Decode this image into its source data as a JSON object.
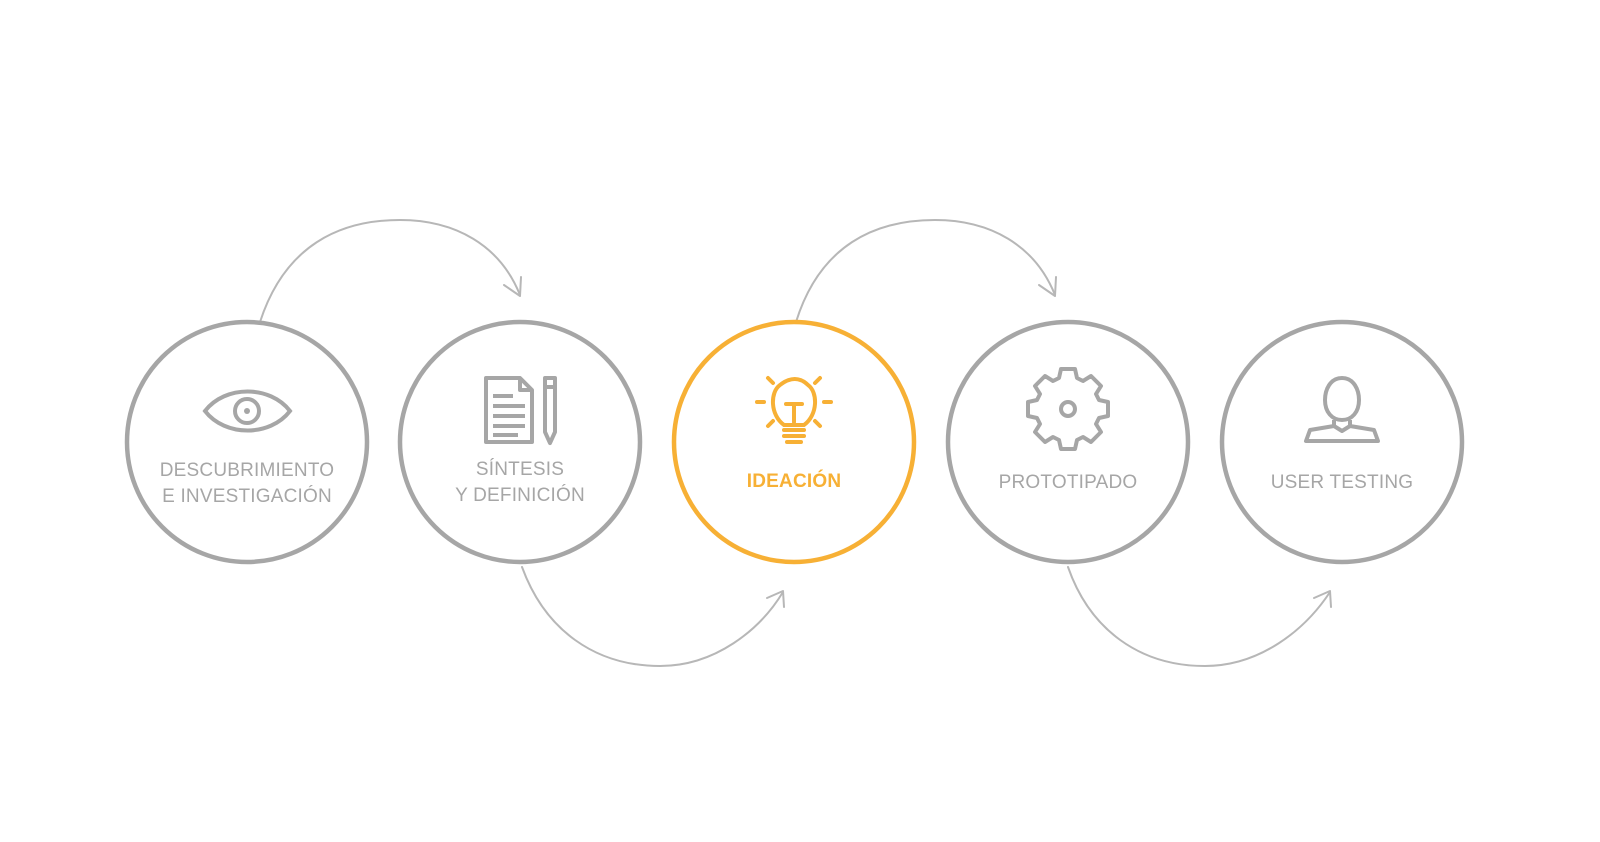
{
  "colors": {
    "inactive": "#a6a6a6",
    "connector": "#b7b7b7",
    "active": "#f7b035",
    "background": "#ffffff"
  },
  "steps": [
    {
      "id": "discovery",
      "icon": "eye-icon",
      "line1": "DESCUBRIMIENTO",
      "line2": "E INVESTIGACIÓN",
      "active": false
    },
    {
      "id": "synthesis",
      "icon": "document-pencil-icon",
      "line1": "SÍNTESIS",
      "line2": "Y DEFINICIÓN",
      "active": false
    },
    {
      "id": "ideation",
      "icon": "lightbulb-icon",
      "line1": "IDEACIÓN",
      "line2": "",
      "active": true
    },
    {
      "id": "prototyping",
      "icon": "gear-icon",
      "line1": "PROTOTIPADO",
      "line2": "",
      "active": false
    },
    {
      "id": "user-testing",
      "icon": "user-icon",
      "line1": "USER TESTING",
      "line2": "",
      "active": false
    }
  ]
}
